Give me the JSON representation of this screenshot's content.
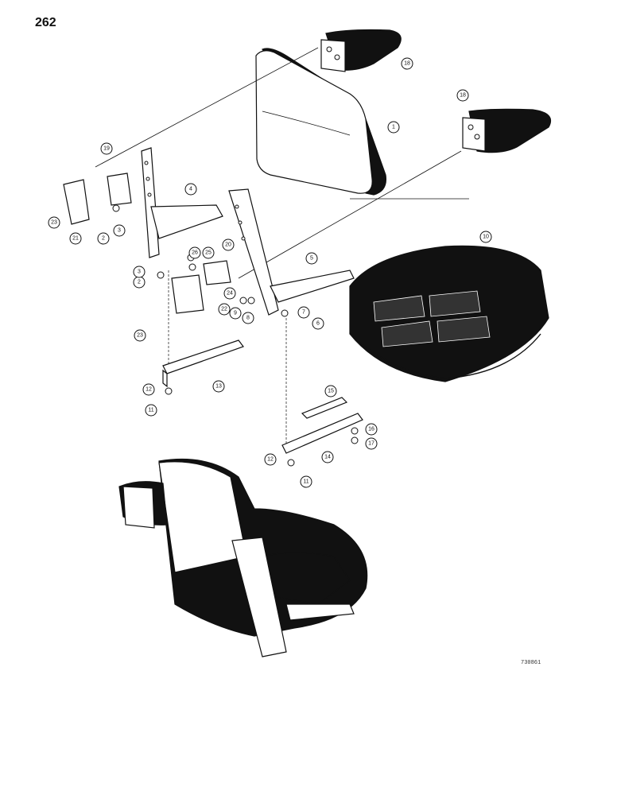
{
  "page_number": "262",
  "figure_id": "730861",
  "callouts": [
    {
      "label": "1"
    },
    {
      "label": "2"
    },
    {
      "label": "2"
    },
    {
      "label": "3"
    },
    {
      "label": "3"
    },
    {
      "label": "4"
    },
    {
      "label": "5"
    },
    {
      "label": "6"
    },
    {
      "label": "7"
    },
    {
      "label": "8"
    },
    {
      "label": "9"
    },
    {
      "label": "10"
    },
    {
      "label": "11"
    },
    {
      "label": "11"
    },
    {
      "label": "12"
    },
    {
      "label": "12"
    },
    {
      "label": "13"
    },
    {
      "label": "14"
    },
    {
      "label": "15"
    },
    {
      "label": "16"
    },
    {
      "label": "17"
    },
    {
      "label": "18"
    },
    {
      "label": "18"
    },
    {
      "label": "19"
    },
    {
      "label": "20"
    },
    {
      "label": "21"
    },
    {
      "label": "22"
    },
    {
      "label": "23"
    },
    {
      "label": "23"
    },
    {
      "label": "24"
    },
    {
      "label": "25"
    },
    {
      "label": "26"
    }
  ],
  "colors": {
    "ink": "#111111",
    "paper": "#ffffff"
  }
}
